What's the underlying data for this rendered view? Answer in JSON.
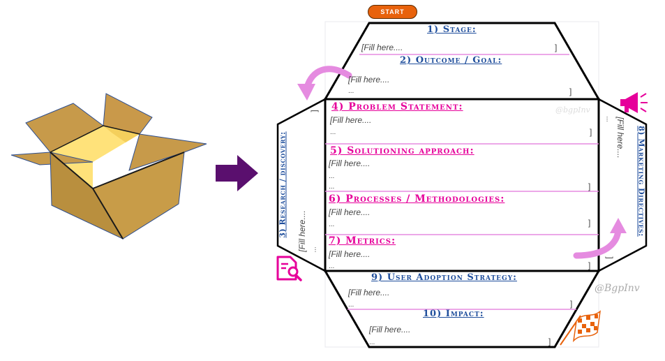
{
  "start_label": "START",
  "sections": {
    "stage": {
      "title": "1) Stage:",
      "fill": "[Fill here....",
      "close": "]"
    },
    "outcome": {
      "title": "2) Outcome / Goal:",
      "fill": "[Fill here....",
      "dots": "...",
      "close": "]"
    },
    "research": {
      "title": "3) Research / discovery:",
      "fill": "[Fill here....",
      "dots": "...",
      "close": "]"
    },
    "problem": {
      "title": "4) Problem Statement:",
      "fill": "[Fill here....",
      "dots": "...",
      "close": "]"
    },
    "solutioning": {
      "title": "5) Solutioning approach:",
      "fill": "[Fill here....",
      "dots1": "...",
      "dots2": "...",
      "close": "]"
    },
    "processes": {
      "title": "6) Processes / Methodologies:",
      "fill": "[Fill here....",
      "dots": "...",
      "close": "]"
    },
    "metrics": {
      "title": "7) Metrics:",
      "fill": "[Fill here....",
      "dots": "...",
      "close": "]"
    },
    "marketing": {
      "title": "8) Marketing Directives:",
      "fill": "[Fill here....",
      "dots": "...",
      "close": "]"
    },
    "adoption": {
      "title": "9) User Adoption Strategy:",
      "fill": "[Fill here....",
      "dots": "...",
      "close": "]"
    },
    "impact": {
      "title": "10) Impact:",
      "fill": "[Fill here....",
      "dots": "...",
      "close": "]"
    }
  },
  "watermarks": {
    "faint": "@bgpInv",
    "main": "@BgpInv"
  },
  "icons": {
    "box": "open-cardboard-box-icon",
    "arrow": "right-arrow-icon",
    "top_curve": "curved-arrow-left-icon",
    "right_curve": "curved-arrow-up-icon",
    "megaphone": "megaphone-icon",
    "research": "document-search-icon",
    "finish": "checkered-flag-icon"
  },
  "colors": {
    "blue": "#1f4e9c",
    "pink": "#e6009a",
    "orange": "#e8620c",
    "purple": "#5a0f6e",
    "lilac": "#e58be0"
  }
}
